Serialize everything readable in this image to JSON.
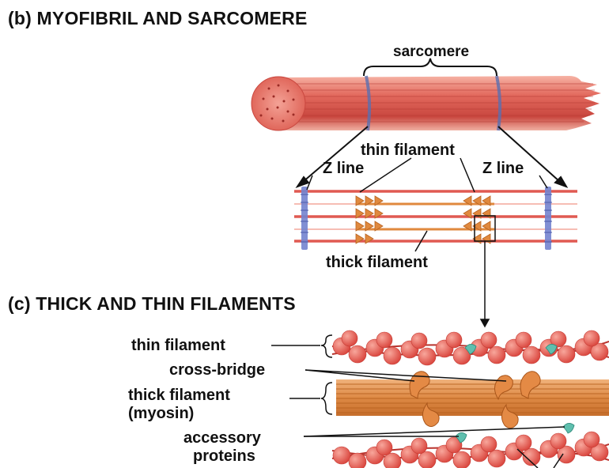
{
  "panel_b": {
    "title": "(b) MYOFIBRIL AND SARCOMERE",
    "labels": {
      "sarcomere": "sarcomere",
      "thin_filament": "thin filament",
      "z_line_left": "Z line",
      "z_line_right": "Z line",
      "thick_filament": "thick filament"
    }
  },
  "panel_c": {
    "title": "(c) THICK AND THIN FILAMENTS",
    "labels": {
      "thin_filament": "thin filament",
      "cross_bridge": "cross-bridge",
      "thick_filament": "thick filament",
      "myosin": "(myosin)",
      "accessory": "accessory",
      "proteins": "proteins"
    }
  },
  "colors": {
    "muscle_red": "#d9534f",
    "muscle_light": "#f0a08c",
    "filament_orange": "#e07a35",
    "z_line_blue": "#6f7fc8",
    "actin_bead": "#e8605a",
    "accessory_teal": "#5fbfae",
    "line": "#111111"
  }
}
